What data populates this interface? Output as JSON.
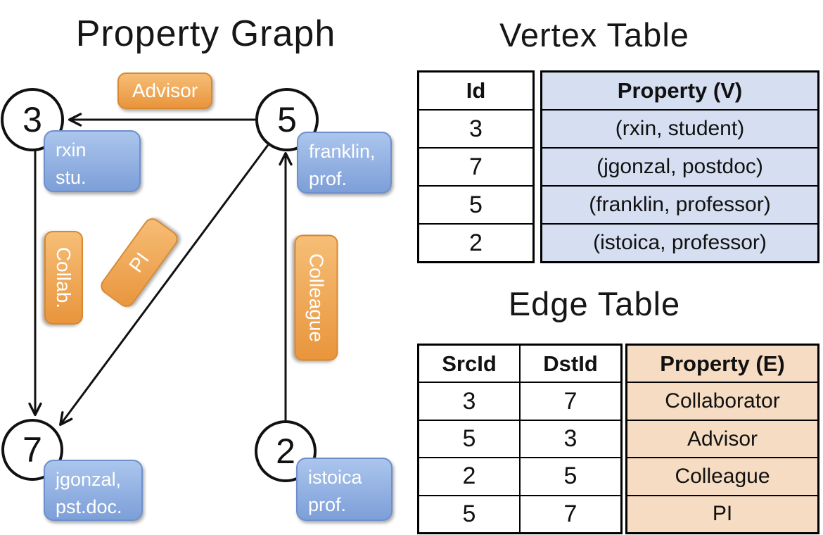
{
  "property_graph": {
    "title": "Property Graph",
    "nodes": [
      {
        "id": "3",
        "property_lines": [
          "rxin",
          "stu."
        ]
      },
      {
        "id": "5",
        "property_lines": [
          "franklin,",
          "prof."
        ]
      },
      {
        "id": "7",
        "property_lines": [
          "jgonzal,",
          "pst.doc."
        ]
      },
      {
        "id": "2",
        "property_lines": [
          "istoica",
          "prof."
        ]
      }
    ],
    "edges": [
      {
        "src": "5",
        "dst": "3",
        "label": "Advisor"
      },
      {
        "src": "3",
        "dst": "7",
        "label": "Collab."
      },
      {
        "src": "5",
        "dst": "7",
        "label": "PI"
      },
      {
        "src": "2",
        "dst": "5",
        "label": "Colleague"
      }
    ]
  },
  "vertex_table": {
    "title": "Vertex Table",
    "columns": [
      "Id",
      "Property (V)"
    ],
    "rows": [
      [
        "3",
        "(rxin, student)"
      ],
      [
        "7",
        "(jgonzal, postdoc)"
      ],
      [
        "5",
        "(franklin, professor)"
      ],
      [
        "2",
        "(istoica, professor)"
      ]
    ]
  },
  "edge_table": {
    "title": "Edge Table",
    "columns": [
      "SrcId",
      "DstId",
      "Property (E)"
    ],
    "rows": [
      [
        "3",
        "7",
        "Collaborator"
      ],
      [
        "5",
        "3",
        "Advisor"
      ],
      [
        "2",
        "5",
        "Colleague"
      ],
      [
        "5",
        "7",
        "PI"
      ]
    ]
  },
  "colors": {
    "edge_label_orange": "#EFA14C",
    "vertex_label_blue": "#91AEDF",
    "vertex_table_fill": "#D5DFF1",
    "edge_table_fill": "#F5DCC2",
    "line_color": "#111111"
  }
}
